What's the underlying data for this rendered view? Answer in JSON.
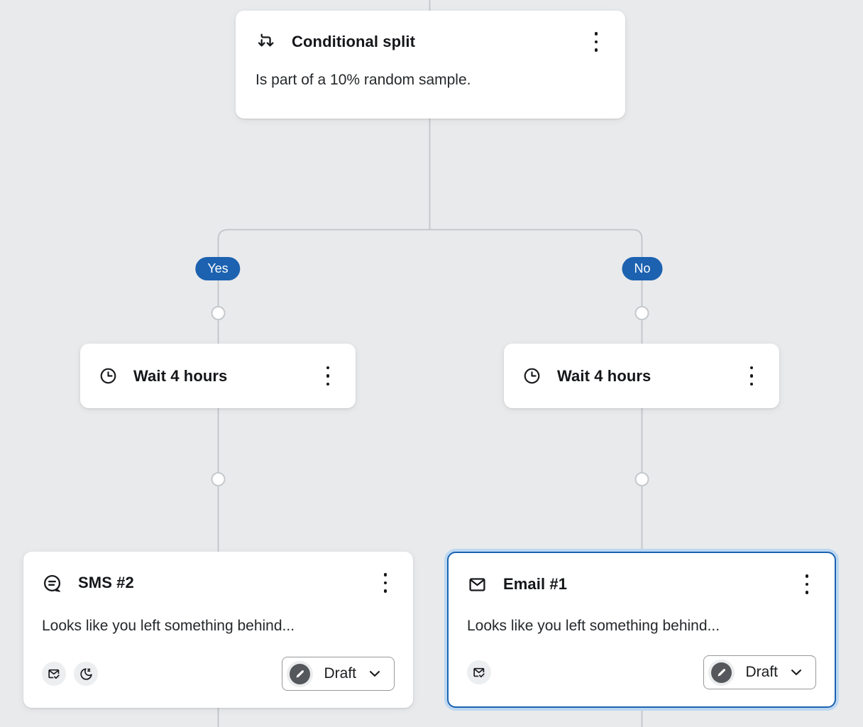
{
  "flow": {
    "background_color": "#e9eaec",
    "connector_color": "#c5c8cc",
    "accent_blue": "#1c62b0",
    "selected_ring_color": "#bcd7f1",
    "branch": {
      "yes_label": "Yes",
      "no_label": "No"
    },
    "conditional_split": {
      "title": "Conditional split",
      "description": "Is part of a 10% random sample.",
      "icon": "split-arrows-icon",
      "menu_icon": "kebab-menu-icon"
    },
    "wait_yes": {
      "title": "Wait 4 hours",
      "icon": "clock-icon",
      "menu_icon": "kebab-menu-icon"
    },
    "wait_no": {
      "title": "Wait 4 hours",
      "icon": "clock-icon",
      "menu_icon": "kebab-menu-icon"
    },
    "sms": {
      "title": "SMS #2",
      "preview": "Looks like you left something behind...",
      "icon": "sms-bubble-icon",
      "badge_icons": [
        "smart-sending-icon",
        "quiet-hours-icon"
      ],
      "status": "Draft",
      "status_icon": "draft-pencil-icon",
      "selected": false
    },
    "email": {
      "title": "Email #1",
      "preview": "Looks like you left something behind...",
      "icon": "email-envelope-icon",
      "badge_icons": [
        "smart-sending-icon"
      ],
      "status": "Draft",
      "status_icon": "draft-pencil-icon",
      "selected": true
    }
  }
}
